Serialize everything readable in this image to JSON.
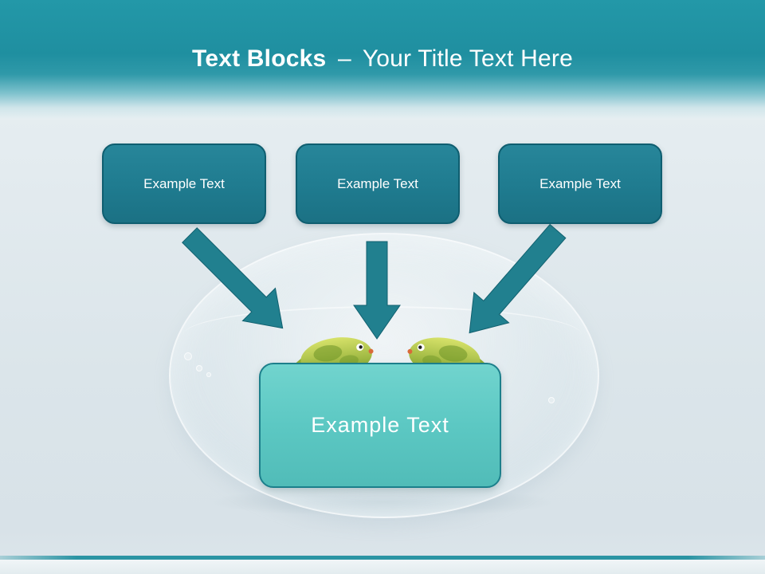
{
  "slide": {
    "title": {
      "bold": "Text Blocks",
      "separator": "–",
      "rest": "Your Title Text Here"
    },
    "blocks": {
      "top": [
        {
          "label": "Example Text"
        },
        {
          "label": "Example Text"
        },
        {
          "label": "Example Text"
        }
      ],
      "center": {
        "label": "Example Text"
      }
    },
    "colors": {
      "header_teal": "#2398a8",
      "block_fill": "#1f7b8f",
      "block_border": "#0f5e70",
      "arrow": "#21808f",
      "arrow_border": "#11606f",
      "center_fill": "#5cc8c3",
      "center_border": "#1c7f8b",
      "footer_line": "#2b94a4",
      "background": "#dde6eb",
      "title_text": "#ffffff"
    }
  }
}
